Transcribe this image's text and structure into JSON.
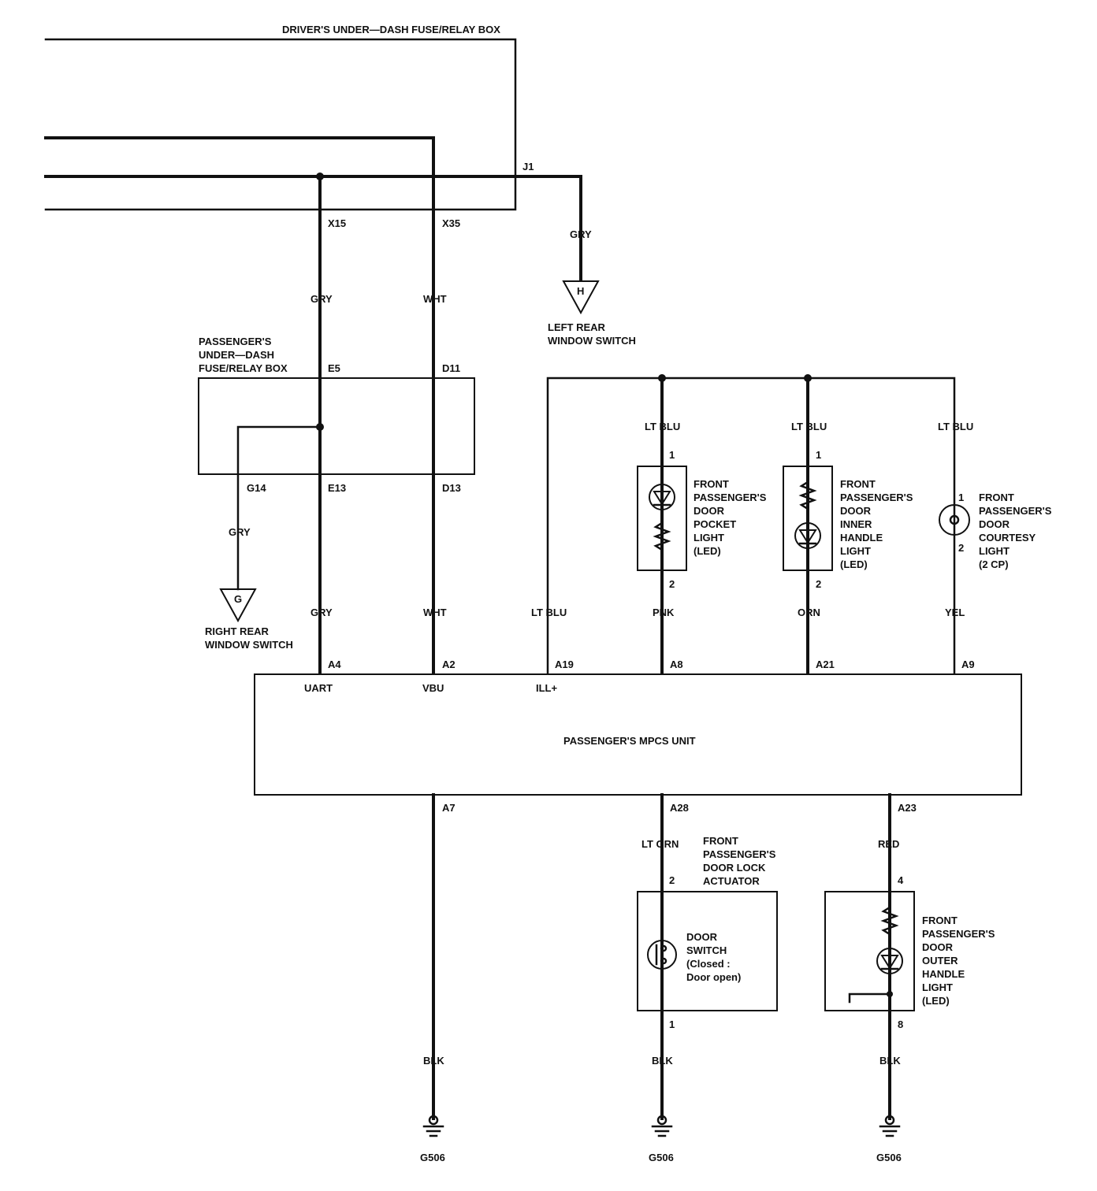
{
  "labels": {
    "drivers_box": "DRIVER'S UNDER—DASH FUSE/RELAY BOX",
    "j1": "J1",
    "x15": "X15",
    "x35": "X35",
    "gry_j1": "GRY",
    "connector_h": "H",
    "left_rear_1": "LEFT REAR",
    "left_rear_2": "WINDOW SWITCH",
    "gry_upper": "GRY",
    "wht_upper": "WHT",
    "pass_box_1": "PASSENGER'S",
    "pass_box_2": "UNDER—DASH",
    "pass_box_3": "FUSE/RELAY BOX",
    "e5": "E5",
    "d11": "D11",
    "g14": "G14",
    "e13": "E13",
    "d13": "D13",
    "gry_g14": "GRY",
    "connector_g": "G",
    "right_rear_1": "RIGHT REAR",
    "right_rear_2": "WINDOW SWITCH",
    "gry_lower": "GRY",
    "wht_lower": "WHT",
    "a4": "A4",
    "a2": "A2",
    "uart": "UART",
    "vbu": "VBU",
    "ltblu_a19": "LT BLU",
    "a19": "A19",
    "illplus": "ILL+",
    "ltblu_1": "LT BLU",
    "ltblu_2": "LT BLU",
    "ltblu_3": "LT BLU",
    "pin1_a": "1",
    "pin1_b": "1",
    "pin1_c": "1",
    "pin2_a": "2",
    "pin2_b": "2",
    "pin2_c": "2",
    "pocket_1": "FRONT",
    "pocket_2": "PASSENGER'S",
    "pocket_3": "DOOR",
    "pocket_4": "POCKET",
    "pocket_5": "LIGHT",
    "pocket_6": "(LED)",
    "inner_1": "FRONT",
    "inner_2": "PASSENGER'S",
    "inner_3": "DOOR",
    "inner_4": "INNER",
    "inner_5": "HANDLE",
    "inner_6": "LIGHT",
    "inner_7": "(LED)",
    "courtesy_1": "FRONT",
    "courtesy_2": "PASSENGER'S",
    "courtesy_3": "DOOR",
    "courtesy_4": "COURTESY",
    "courtesy_5": "LIGHT",
    "courtesy_6": "(2 CP)",
    "pnk": "PNK",
    "orn": "ORN",
    "yel": "YEL",
    "a8": "A8",
    "a21": "A21",
    "a9": "A9",
    "mpcs": "PASSENGER'S MPCS UNIT",
    "a7": "A7",
    "a28": "A28",
    "a23": "A23",
    "ltgrn": "LT GRN",
    "red": "RED",
    "lock_1": "FRONT",
    "lock_2": "PASSENGER'S",
    "lock_3": "DOOR LOCK",
    "lock_4": "ACTUATOR",
    "lock_pin2": "2",
    "lock_pin1": "1",
    "door_sw_1": "DOOR",
    "door_sw_2": "SWITCH",
    "door_sw_3": "(Closed :",
    "door_sw_4": "Door open)",
    "outer_pin4": "4",
    "outer_pin8": "8",
    "outer_1": "FRONT",
    "outer_2": "PASSENGER'S",
    "outer_3": "DOOR",
    "outer_4": "OUTER",
    "outer_5": "HANDLE",
    "outer_6": "LIGHT",
    "outer_7": "(LED)",
    "blk_1": "BLK",
    "blk_2": "BLK",
    "blk_3": "BLK",
    "g506_1": "G506",
    "g506_2": "G506",
    "g506_3": "G506"
  },
  "colors": {
    "ink": "#111111",
    "paper": "#ffffff"
  }
}
